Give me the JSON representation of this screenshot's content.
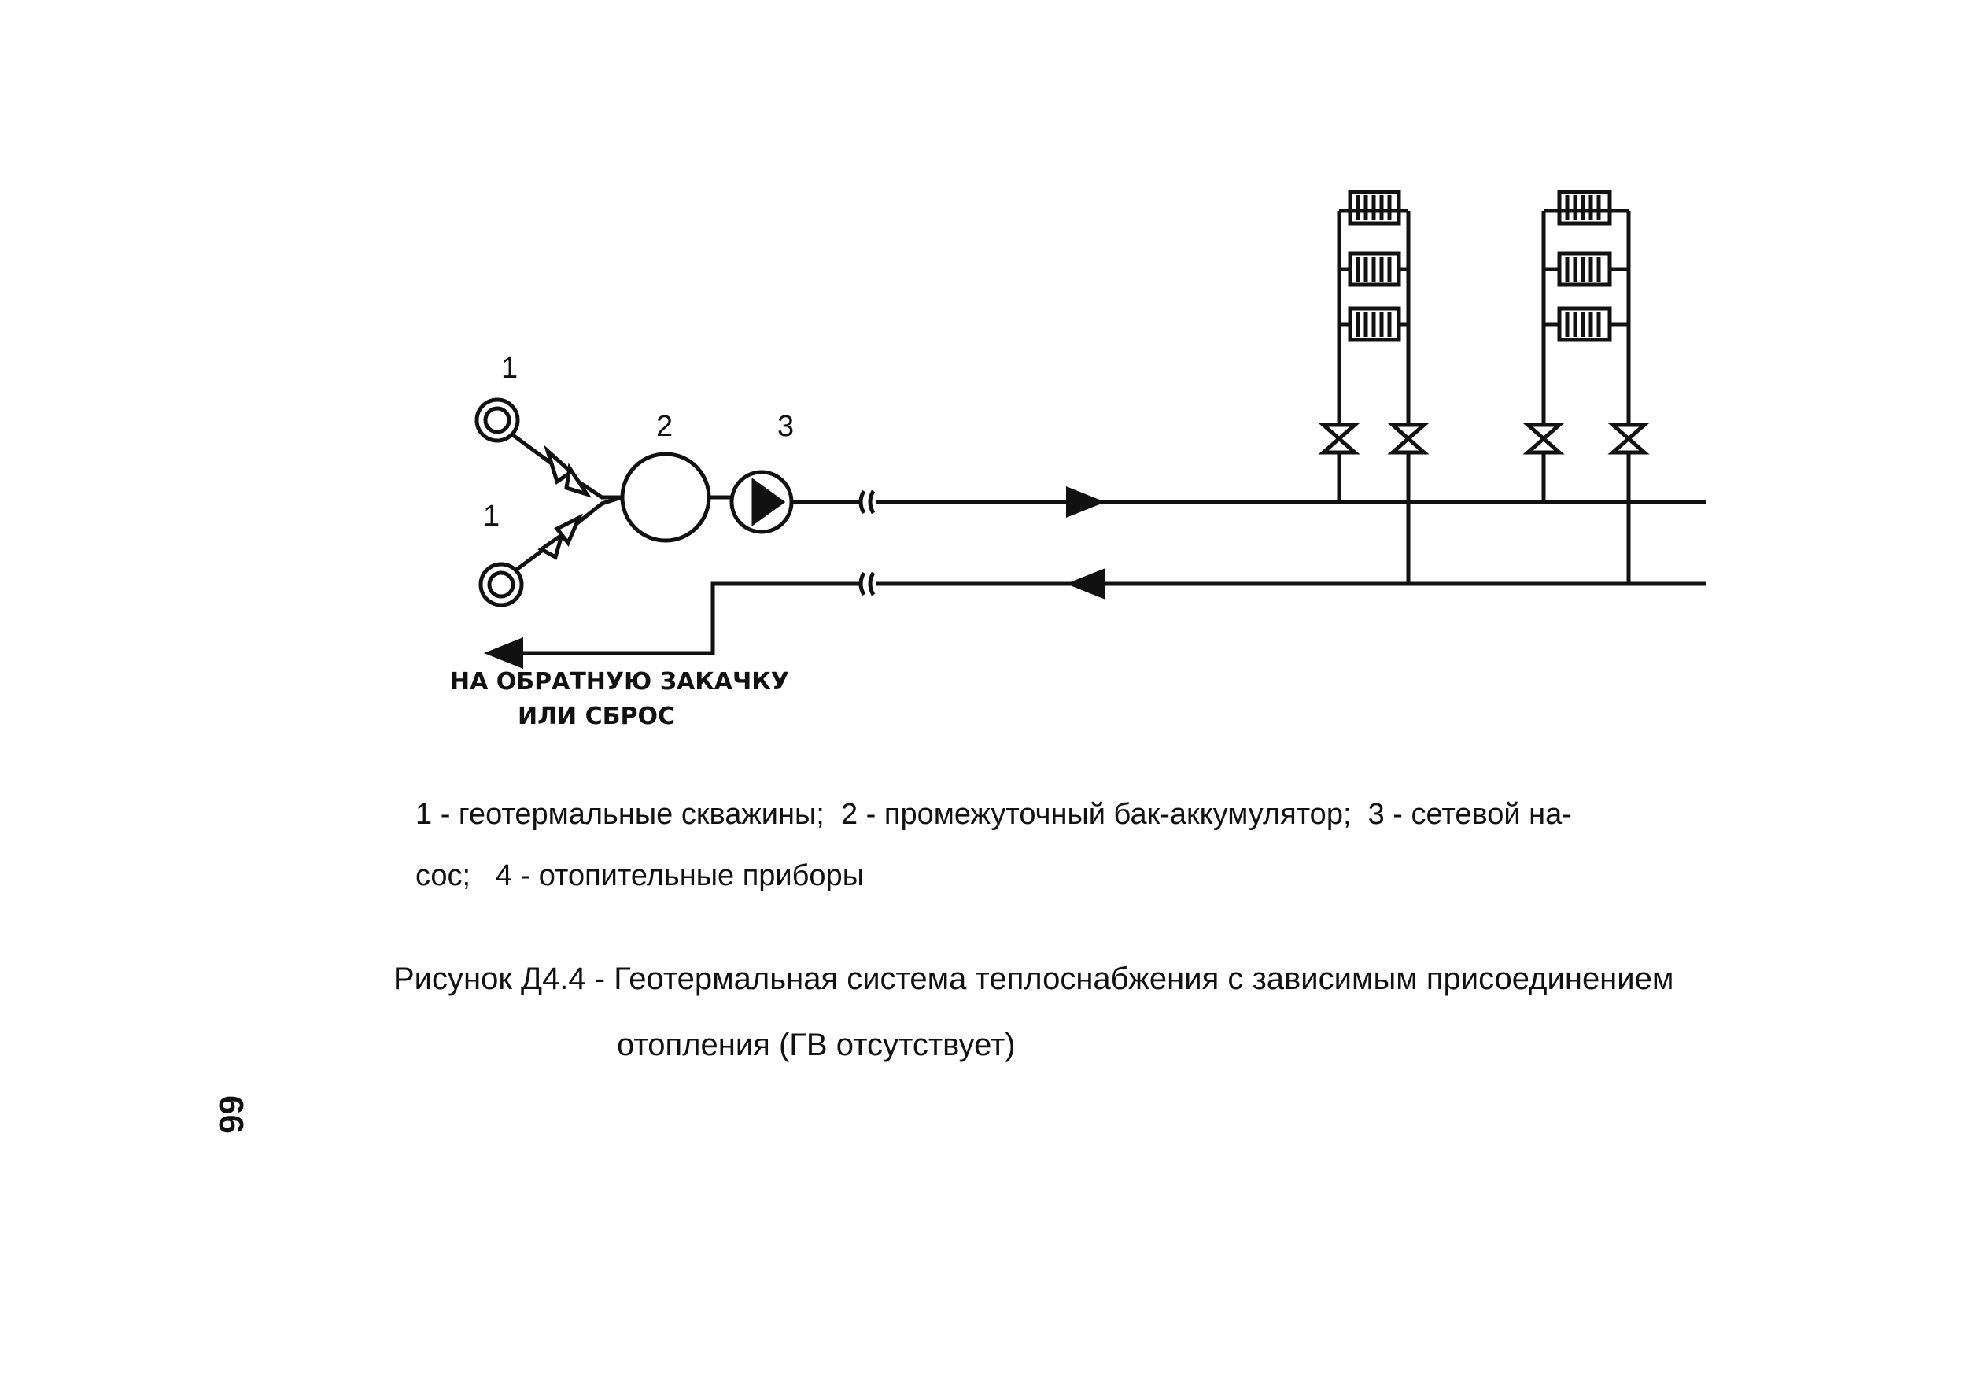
{
  "diagram": {
    "labels": {
      "well_top": "1",
      "well_bottom": "1",
      "tank": "2",
      "pump": "3"
    },
    "discharge_caption": [
      "НА ОБРАТНУЮ ЗАКАЧКУ",
      "ИЛИ СБРОС"
    ]
  },
  "legend": {
    "line1": "1 - геотермальные скважины;  2 - промежуточный бак-аккумулятор;  3 - сетевой на-",
    "line2": "сос;   4 - отопительные приборы"
  },
  "figure_title": {
    "line1": "Рисунок Д4.4 - Геотермальная система теплоснабжения с зависимым присоединением",
    "line2": "отопления (ГВ отсутствует)"
  },
  "page_number": "66"
}
